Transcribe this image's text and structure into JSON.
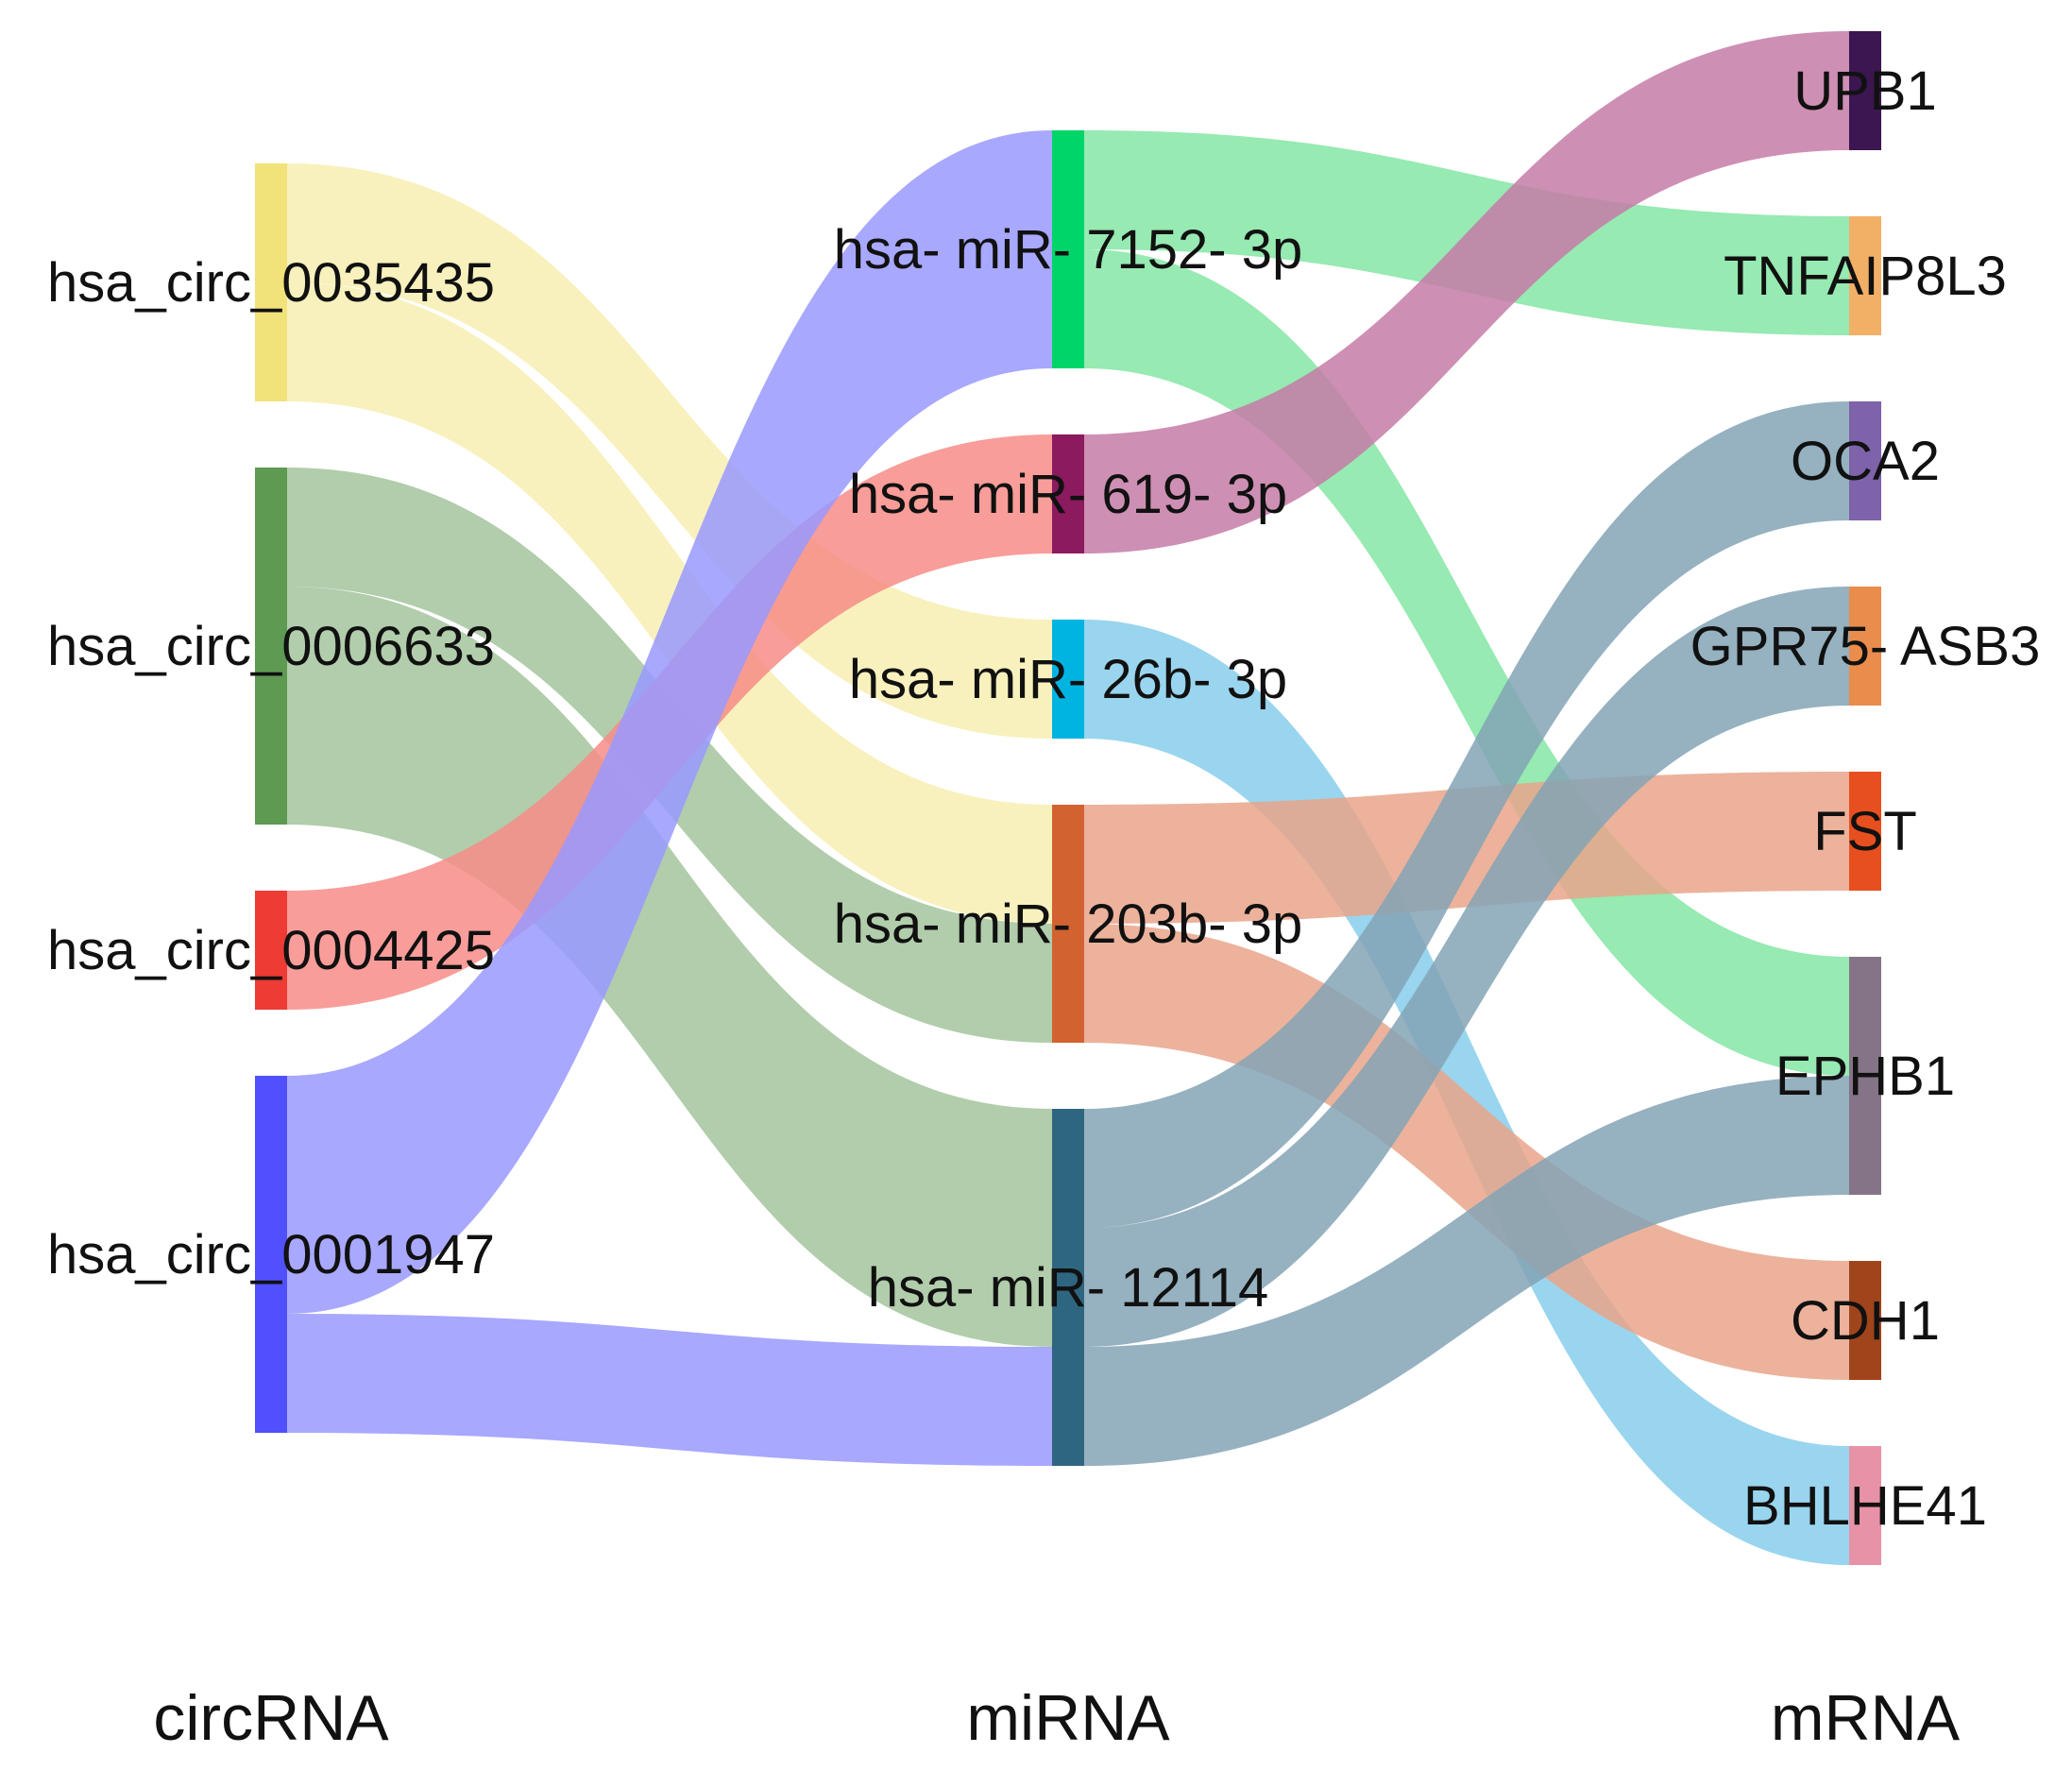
{
  "diagram": {
    "columns": [
      {
        "id": "circ",
        "label": "circRNA"
      },
      {
        "id": "mir",
        "label": "miRNA"
      },
      {
        "id": "mrna",
        "label": "mRNA"
      }
    ],
    "nodes": [
      {
        "id": "c1",
        "column": "circ",
        "label": "hsa_circ_0035435",
        "color": "#f2e27a"
      },
      {
        "id": "c2",
        "column": "circ",
        "label": "hsa_circ_0006633",
        "color": "#5e9a52"
      },
      {
        "id": "c3",
        "column": "circ",
        "label": "hsa_circ_0004425",
        "color": "#ee3b34"
      },
      {
        "id": "c4",
        "column": "circ",
        "label": "hsa_circ_0001947",
        "color": "#5050ff"
      },
      {
        "id": "m1",
        "column": "mir",
        "label": "hsa- miR- 7152- 3p",
        "color": "#00d56a"
      },
      {
        "id": "m2",
        "column": "mir",
        "label": "hsa- miR- 619- 3p",
        "color": "#8b1a5e"
      },
      {
        "id": "m3",
        "column": "mir",
        "label": "hsa- miR- 26b- 3p",
        "color": "#00b4e2"
      },
      {
        "id": "m4",
        "column": "mir",
        "label": "hsa- miR- 203b- 3p",
        "color": "#d2622f"
      },
      {
        "id": "m5",
        "column": "mir",
        "label": "hsa- miR- 12114",
        "color": "#2e6680"
      },
      {
        "id": "t1",
        "column": "mrna",
        "label": "UPB1",
        "color": "#3b1650"
      },
      {
        "id": "t2",
        "column": "mrna",
        "label": "TNFAIP8L3",
        "color": "#f2b066"
      },
      {
        "id": "t3",
        "column": "mrna",
        "label": "OCA2",
        "color": "#7e62aa"
      },
      {
        "id": "t4",
        "column": "mrna",
        "label": "GPR75- ASB3",
        "color": "#ea8c4c"
      },
      {
        "id": "t5",
        "column": "mrna",
        "label": "FST",
        "color": "#e84f1e"
      },
      {
        "id": "t6",
        "column": "mrna",
        "label": "EPHB1",
        "color": "#857488"
      },
      {
        "id": "t7",
        "column": "mrna",
        "label": "CDH1",
        "color": "#a0441c"
      },
      {
        "id": "t8",
        "column": "mrna",
        "label": "BHLHE41",
        "color": "#e892a8"
      }
    ],
    "links": [
      {
        "source": "c1",
        "target": "m3",
        "value": 1,
        "color": "#f7eeb1"
      },
      {
        "source": "c1",
        "target": "m4",
        "value": 1,
        "color": "#f7eeb1"
      },
      {
        "source": "c2",
        "target": "m4",
        "value": 1,
        "color": "#a3c49c"
      },
      {
        "source": "c2",
        "target": "m5",
        "value": 2,
        "color": "#a3c49c"
      },
      {
        "source": "c3",
        "target": "m2",
        "value": 1,
        "color": "#f78c87"
      },
      {
        "source": "c4",
        "target": "m1",
        "value": 2,
        "color": "#9999ff"
      },
      {
        "source": "c4",
        "target": "m5",
        "value": 1,
        "color": "#9999ff"
      },
      {
        "source": "m1",
        "target": "t2",
        "value": 1,
        "color": "#84e6a4"
      },
      {
        "source": "m1",
        "target": "t6",
        "value": 1,
        "color": "#84e6a4"
      },
      {
        "source": "m2",
        "target": "t1",
        "value": 1,
        "color": "#c67ba7"
      },
      {
        "source": "m3",
        "target": "t8",
        "value": 1,
        "color": "#87ceeb"
      },
      {
        "source": "m4",
        "target": "t5",
        "value": 1,
        "color": "#e9a58a"
      },
      {
        "source": "m4",
        "target": "t7",
        "value": 1,
        "color": "#e9a58a"
      },
      {
        "source": "m5",
        "target": "t3",
        "value": 1,
        "color": "#84a3b5"
      },
      {
        "source": "m5",
        "target": "t4",
        "value": 1,
        "color": "#84a3b5"
      },
      {
        "source": "m5",
        "target": "t6",
        "value": 1,
        "color": "#84a3b5"
      }
    ]
  }
}
